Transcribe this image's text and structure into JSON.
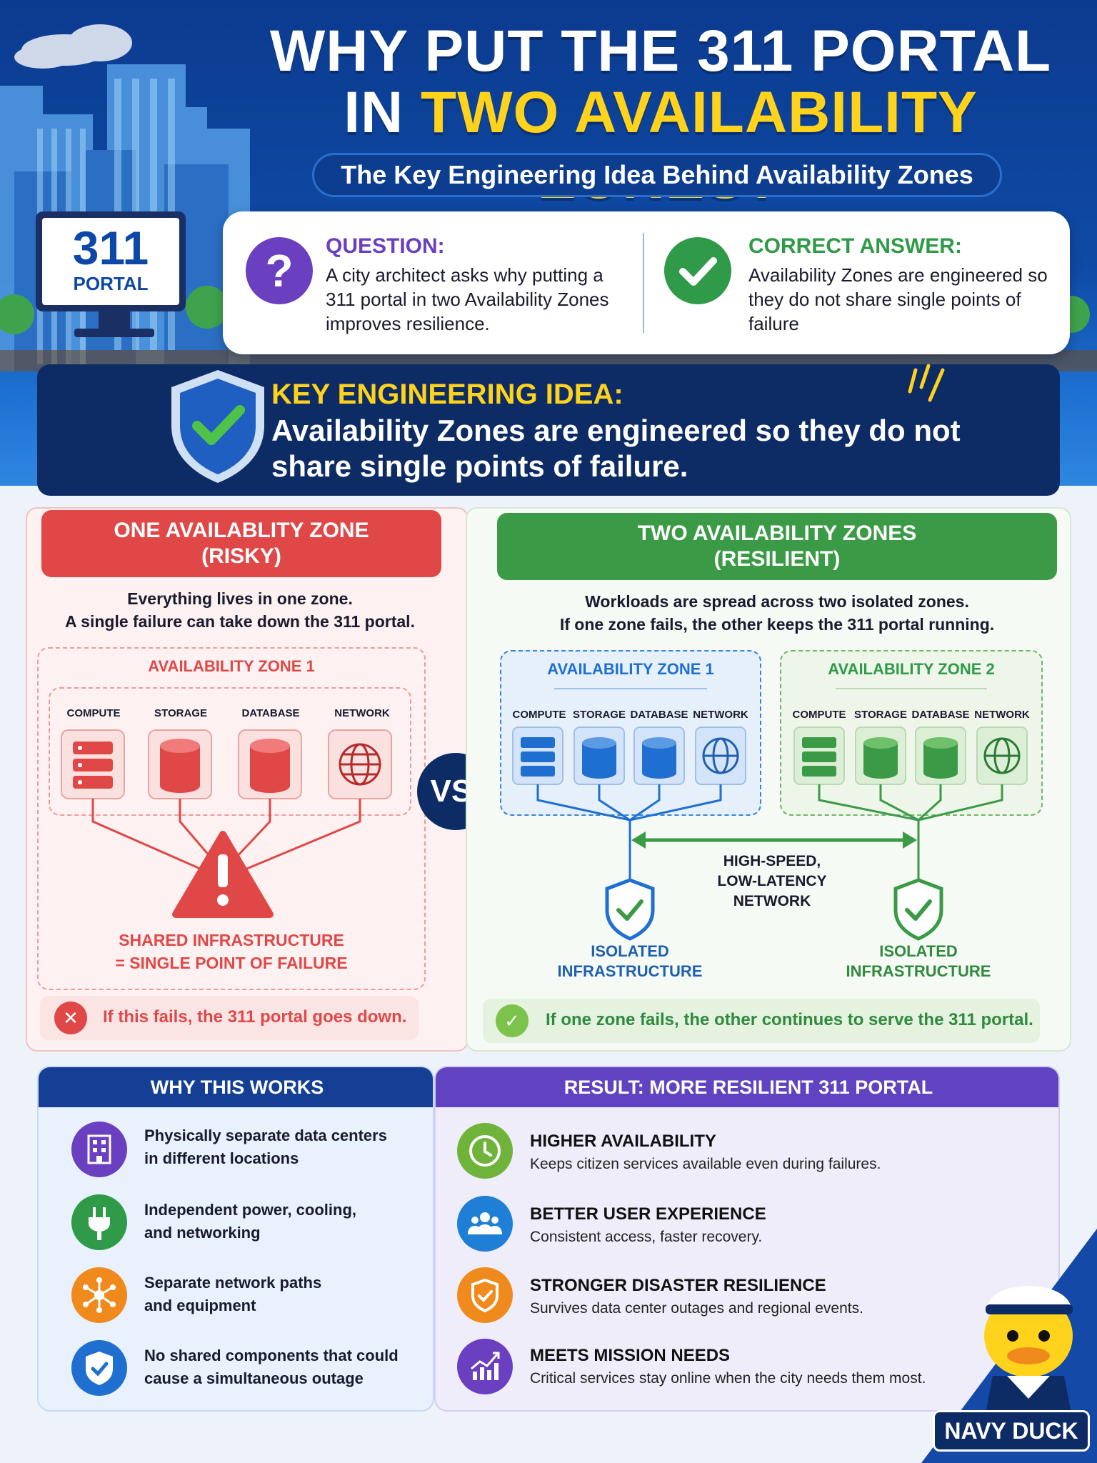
{
  "hero": {
    "title_line1": "WHY PUT THE 311 PORTAL",
    "title_line2_pre": "IN",
    "title_line2_highlight": "TWO AVAILABILITY ZONES?",
    "subtitle": "The Key Engineering Idea Behind Availability Zones",
    "monitor_number": "311",
    "monitor_label": "PORTAL"
  },
  "qa": {
    "question_label": "QUESTION:",
    "question_text": "A city architect asks why putting a 311 portal in two Availability Zones improves resilience.",
    "question_icon": "?",
    "answer_label": "CORRECT ANSWER:",
    "answer_text": "Availability Zones are engineered so they do not share single points of failure"
  },
  "key_idea": {
    "heading": "KEY ENGINEERING IDEA:",
    "text": "Availability Zones are engineered so they do not share single points of failure."
  },
  "one_zone": {
    "header_line1": "ONE AVAILABLITY ZONE",
    "header_line2": "(RISKY)",
    "desc_line1": "Everything lives in one zone.",
    "desc_line2": "A single failure can take down the 311 portal.",
    "zone_title": "AVAILABILITY ZONE 1",
    "components": [
      "COMPUTE",
      "STORAGE",
      "DATABASE",
      "NETWORK"
    ],
    "warning_line1": "SHARED INFRASTRUCTURE",
    "warning_line2": "= SINGLE POINT OF FAILURE",
    "footer_icon": "✕",
    "footer": "If this fails, the 311 portal goes down."
  },
  "vs_label": "VS.",
  "two_zones": {
    "header_line1": "TWO AVAILABILITY ZONES",
    "header_line2": "(RESILIENT)",
    "desc_line1": "Workloads are spread across two isolated zones.",
    "desc_line2": "If one zone fails, the other keeps the 311 portal running.",
    "zone1_title": "AVAILABILITY ZONE 1",
    "zone2_title": "AVAILABILITY ZONE 2",
    "components": [
      "COMPUTE",
      "STORAGE",
      "DATABASE",
      "NETWORK"
    ],
    "network_line1": "HIGH-SPEED,",
    "network_line2": "LOW-LATENCY",
    "network_line3": "NETWORK",
    "isolated_line1": "ISOLATED",
    "isolated_line2": "INFRASTRUCTURE",
    "footer_icon": "✓",
    "footer": "If one zone fails, the other continues to serve the 311 portal."
  },
  "why_works": {
    "title": "WHY THIS WORKS",
    "items": [
      {
        "line1": "Physically separate data centers",
        "line2": "in different locations",
        "icon": "building-icon",
        "color": "#6a3fc0"
      },
      {
        "line1": "Independent power, cooling,",
        "line2": "and networking",
        "icon": "plug-icon",
        "color": "#2f9a47"
      },
      {
        "line1": "Separate network paths",
        "line2": "and equipment",
        "icon": "network-hub-icon",
        "color": "#f08a1c"
      },
      {
        "line1": "No shared components that could",
        "line2": "cause a simultaneous outage",
        "icon": "shield-check-icon",
        "color": "#1f6fd0"
      }
    ]
  },
  "result": {
    "title": "RESULT: MORE RESILIENT 311 PORTAL",
    "items": [
      {
        "title": "HIGHER AVAILABILITY",
        "text": "Keeps citizen services available even during failures.",
        "icon": "clock-check-icon",
        "color": "#6fb33a"
      },
      {
        "title": "BETTER USER EXPERIENCE",
        "text": "Consistent access, faster recovery.",
        "icon": "users-icon",
        "color": "#1f7fd6"
      },
      {
        "title": "STRONGER DISASTER RESILIENCE",
        "text": "Survives data center outages and regional events.",
        "icon": "shield-icon",
        "color": "#f08a1c"
      },
      {
        "title": "MEETS MISSION NEEDS",
        "text": "Critical services stay online when the city needs them most.",
        "icon": "chart-up-icon",
        "color": "#6a3fc0"
      }
    ]
  },
  "brand": "NAVY DUCK",
  "colors": {
    "navy": "#0d2b64",
    "red": "#e04848",
    "green": "#3a9a45",
    "blue": "#1f6fd0",
    "yellow": "#ffd21c",
    "purple": "#5f43c0"
  }
}
